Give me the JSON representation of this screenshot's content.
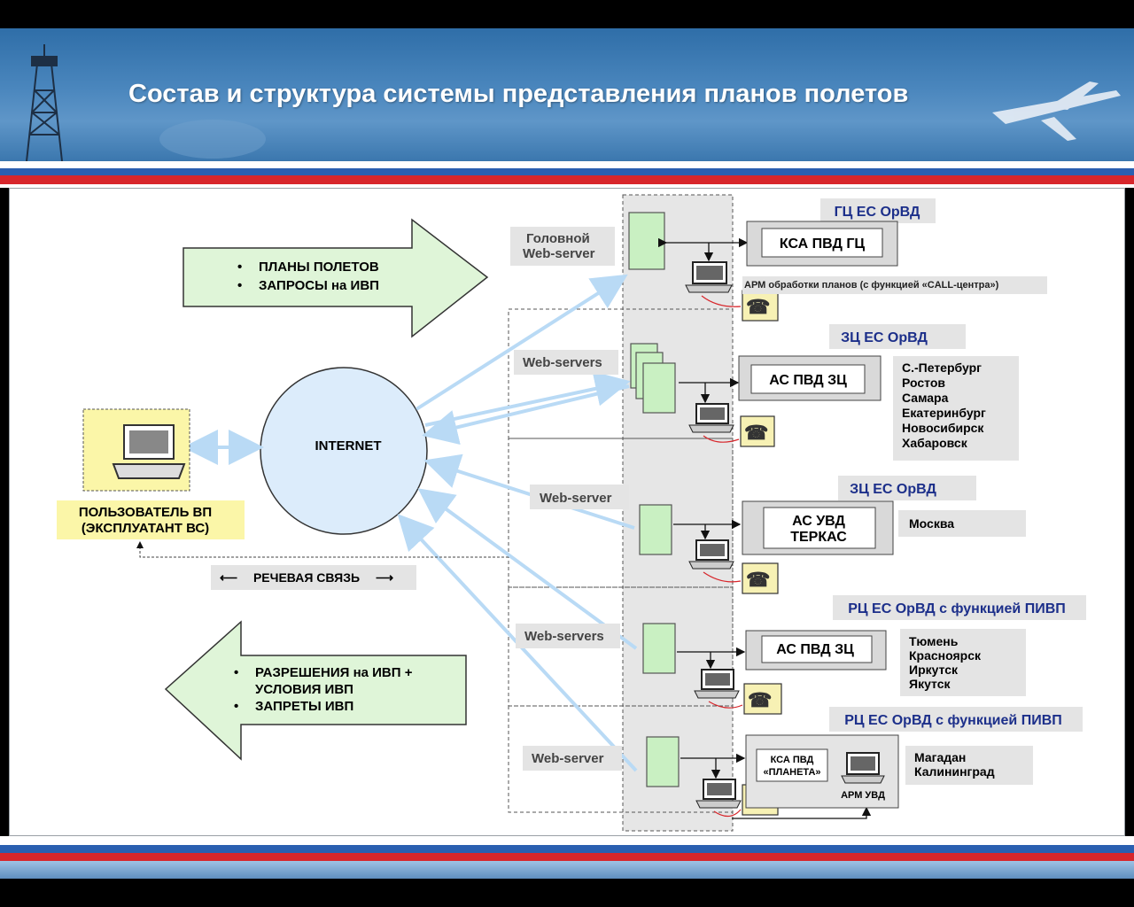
{
  "header": {
    "title": "Состав и структура системы представления планов полетов"
  },
  "colors": {
    "header_blue": "#3f7db5",
    "stripe_red": "#d7262b",
    "stripe_blue": "#2a5fb0",
    "arrow_green": "#dff5d8",
    "server_green": "#c9f0c2",
    "label_gray": "#e4e4e4",
    "user_yellow": "#fbf6a8",
    "internet_blue": "#dcecfb"
  },
  "diagram": {
    "incoming_arrow": {
      "items": [
        "ПЛАНЫ ПОЛЕТОВ",
        "ЗАПРОСЫ на ИВП"
      ]
    },
    "outgoing_arrow": {
      "items": [
        "РАЗРЕШЕНИЯ на ИВП +",
        "УСЛОВИЯ ИВП",
        "ЗАПРЕТЫ ИВП"
      ]
    },
    "internet": "INTERNET",
    "user": {
      "line1": "ПОЛЬЗОВАТЕЛЬ ВП",
      "line2": "(ЭКСПЛУАТАНТ ВС)"
    },
    "voice": "РЕЧЕВАЯ СВЯЗЬ",
    "servers": [
      {
        "line1": "Головной",
        "line2": "Web-server"
      },
      {
        "line1": "Web-servers"
      },
      {
        "line1": "Web-server"
      },
      {
        "line1": "Web-servers"
      },
      {
        "line1": "Web-server"
      }
    ],
    "centers": [
      {
        "title": "ГЦ ЕС ОрВД",
        "system": "КСА ПВД ГЦ",
        "note": "АРМ обработки планов (с функцией «CALL-центра»)"
      },
      {
        "title": "ЗЦ ЕС ОрВД",
        "system": "АС ПВД ЗЦ",
        "cities": [
          "С.-Петербург",
          "Ростов",
          "Самара",
          "Екатеринбург",
          "Новосибирск",
          "Хабаровск"
        ]
      },
      {
        "title": "ЗЦ ЕС ОрВД",
        "system_line1": "АС УВД",
        "system_line2": "ТЕРКАС",
        "cities": [
          "Москва"
        ]
      },
      {
        "title": "РЦ ЕС ОрВД с функцией ПИВП",
        "system": "АС ПВД ЗЦ",
        "cities": [
          "Тюмень",
          "Красноярск",
          "Иркутск",
          "Якутск"
        ]
      },
      {
        "title": "РЦ ЕС ОрВД с функцией ПИВП",
        "system_line1": "КСА ПВД",
        "system_line2": "«ПЛАНЕТА»",
        "workstation": "АРМ УВД",
        "cities": [
          "Магадан",
          "Калининград"
        ]
      }
    ]
  }
}
